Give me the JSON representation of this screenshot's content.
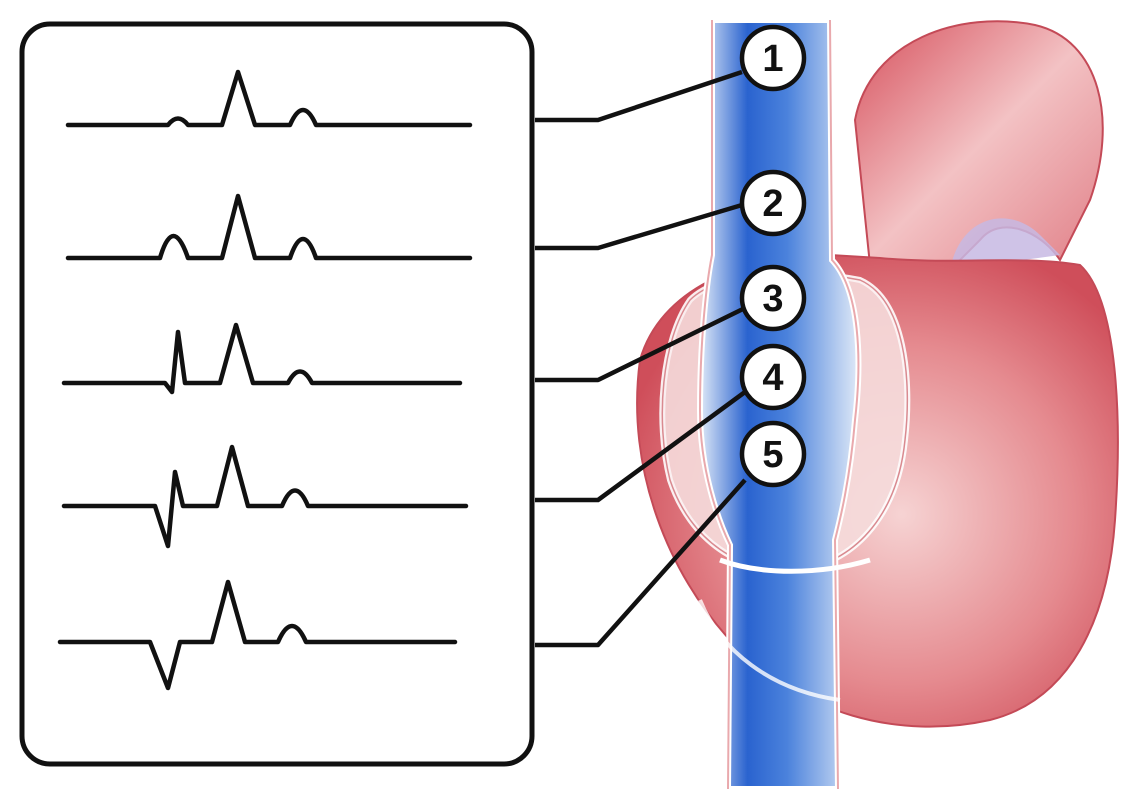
{
  "markers": [
    {
      "label": "1"
    },
    {
      "label": "2"
    },
    {
      "label": "3"
    },
    {
      "label": "4"
    },
    {
      "label": "5"
    }
  ],
  "colors": {
    "vessel_blue": "#1f5fd0",
    "vessel_light": "#cfe0f5",
    "heart_red": "#d9646e",
    "heart_pink": "#f0b6b8",
    "outline": "#111111"
  }
}
